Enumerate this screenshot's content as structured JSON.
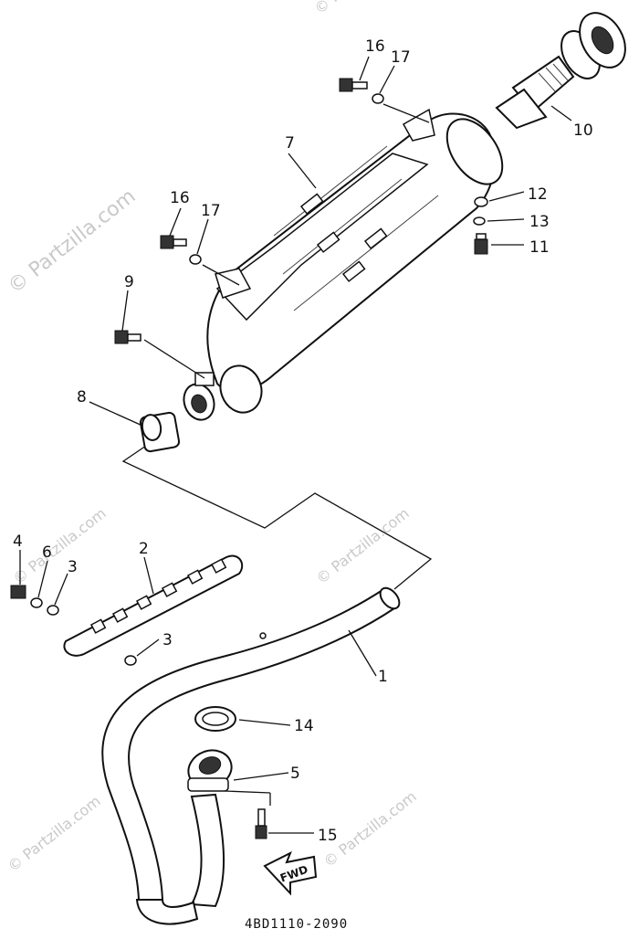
{
  "diagram": {
    "part_labels": [
      {
        "key": "p1",
        "text": "1"
      },
      {
        "key": "p2",
        "text": "2"
      },
      {
        "key": "p3a",
        "text": "3"
      },
      {
        "key": "p3b",
        "text": "3"
      },
      {
        "key": "p4",
        "text": "4"
      },
      {
        "key": "p5",
        "text": "5"
      },
      {
        "key": "p6",
        "text": "6"
      },
      {
        "key": "p7",
        "text": "7"
      },
      {
        "key": "p8",
        "text": "8"
      },
      {
        "key": "p9",
        "text": "9"
      },
      {
        "key": "p10",
        "text": "10"
      },
      {
        "key": "p11",
        "text": "11"
      },
      {
        "key": "p12",
        "text": "12"
      },
      {
        "key": "p13",
        "text": "13"
      },
      {
        "key": "p14",
        "text": "14"
      },
      {
        "key": "p15",
        "text": "15"
      },
      {
        "key": "p16a",
        "text": "16"
      },
      {
        "key": "p16b",
        "text": "16"
      },
      {
        "key": "p17a",
        "text": "17"
      },
      {
        "key": "p17b",
        "text": "17"
      }
    ],
    "direction_arrow_label": "FWD",
    "diagram_code": "4BD1110-2090",
    "watermark": "© Partzilla.com"
  }
}
